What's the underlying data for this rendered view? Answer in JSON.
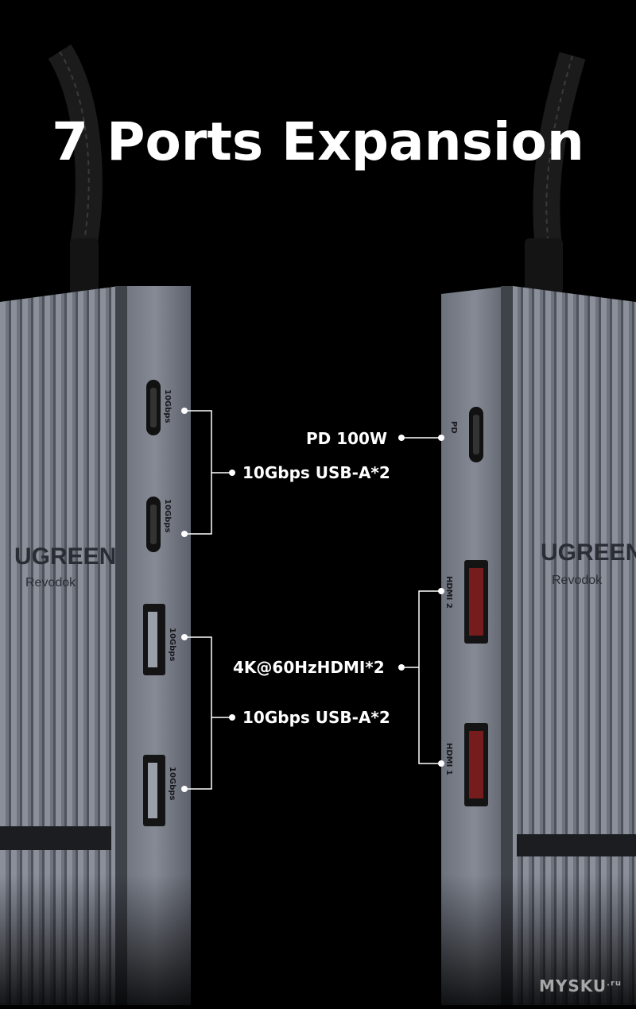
{
  "title": "7 Ports Expansion",
  "labels": {
    "usb_c_top": "10Gbps USB-A*2",
    "pd": "PD 100W",
    "hdmi": "4K@60HzHDMI*2",
    "usb_a_bottom": "10Gbps USB-A*2"
  },
  "device": {
    "brand": "UGREEN",
    "model": "Revodok",
    "port_text_10g": "10Gbps",
    "port_text_pd": "PD",
    "port_text_hdmi2": "HDMI 2",
    "port_text_hdmi1": "HDMI 1"
  },
  "watermark": "MYSKU",
  "watermark_sup": ".ru",
  "colors": {
    "background": "#000000",
    "text": "#ffffff",
    "hub_body": "#6f7480"
  }
}
